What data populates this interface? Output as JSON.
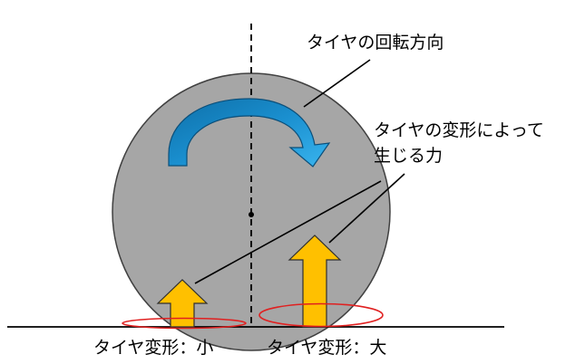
{
  "labels": {
    "rotation": "タイヤの回転方向",
    "force_line1": "タイヤの変形によって",
    "force_line2": "生じる力",
    "left_deform": "タイヤ変形：小",
    "right_deform": "タイヤ変形：大"
  },
  "colors": {
    "tire_fill": "#a6a6a6",
    "tire_stroke": "#404040",
    "rotation_arrow": "#1a8fcf",
    "rotation_arrow_stroke": "#0b4f7a",
    "force_arrow": "#ffc000",
    "force_arrow_stroke": "#2f2f2f",
    "contact_ellipse": "#e02020",
    "ground": "#000000"
  },
  "icons": {
    "rotation": "curved-arrow",
    "force": "up-arrow"
  }
}
